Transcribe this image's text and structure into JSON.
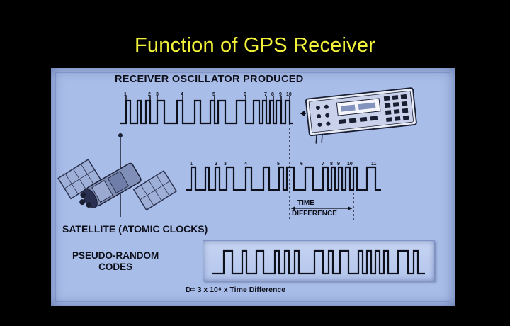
{
  "slide": {
    "title": "Function of GPS Receiver"
  },
  "diagram": {
    "oscillator_label": "RECEIVER OSCILLATOR PRODUCED",
    "satellite_label": "SATELLITE (ATOMIC CLOCKS)",
    "codes_label_line1": "PSEUDO-RANDOM",
    "codes_label_line2": "CODES",
    "time_label": "TIME",
    "difference_label": "DIFFERENCE",
    "formula": "D= 3 x 10⁸ x Time Difference",
    "receiver_ticks": [
      "1",
      "2",
      "3",
      "4",
      "5",
      "6",
      "7",
      "8",
      "9",
      "10"
    ],
    "satellite_ticks": [
      "1",
      "2",
      "3",
      "4",
      "5",
      "6",
      "7",
      "8",
      "9",
      "10",
      "11"
    ]
  },
  "colors": {
    "background": "#000000",
    "title": "#f2f23a",
    "panel": "#a9bde9",
    "ink": "#0d0f1a"
  },
  "icons": [
    "satellite-icon",
    "gps-receiver-device-icon"
  ]
}
